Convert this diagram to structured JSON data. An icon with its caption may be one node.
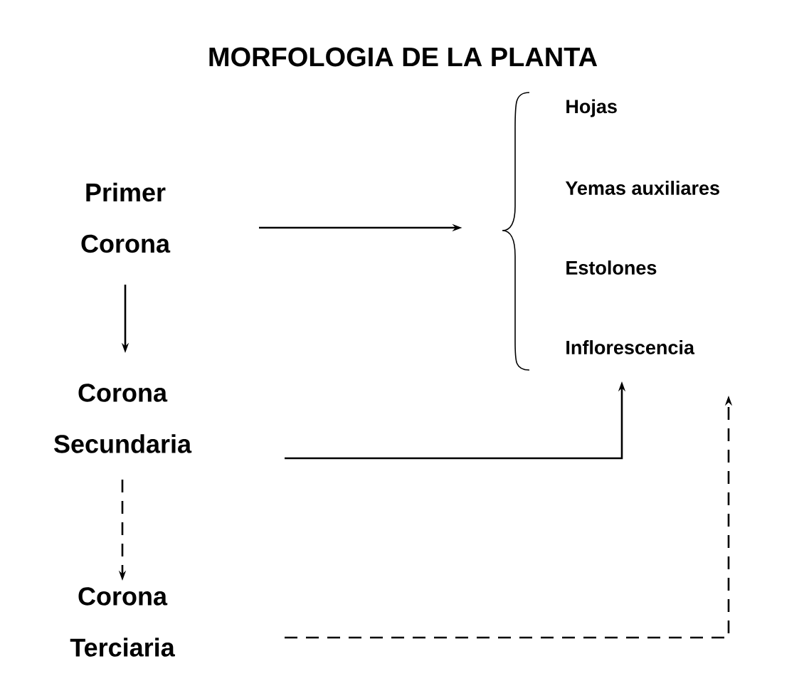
{
  "diagram": {
    "title": "MORFOLOGIA DE LA PLANTA",
    "nodes": [
      {
        "text": [
          "Primer Corona"
        ]
      },
      {
        "text": [
          "Corona Secundaria"
        ]
      },
      {
        "text": [
          "Corona Terciaria"
        ]
      },
      {
        "text": [
          "Hojas"
        ]
      },
      {
        "text": [
          "Yemas auxiliares"
        ]
      },
      {
        "text": [
          "Estolones"
        ]
      },
      {
        "text": [
          "Inflorescencia"
        ]
      },
      {
        "text": [],
        "shape": "brace"
      }
    ],
    "edges": [
      {
        "from": 0,
        "to": 7,
        "arrow": "to"
      },
      {
        "from": 0,
        "to": 1,
        "arrow": "to"
      },
      {
        "from": 1,
        "to": 6,
        "arrow": "to"
      },
      {
        "from": 1,
        "to": 2,
        "arrow": "to",
        "style": "dashed"
      },
      {
        "from": 2,
        "to": 6,
        "arrow": "to",
        "style": "dashed"
      }
    ]
  }
}
